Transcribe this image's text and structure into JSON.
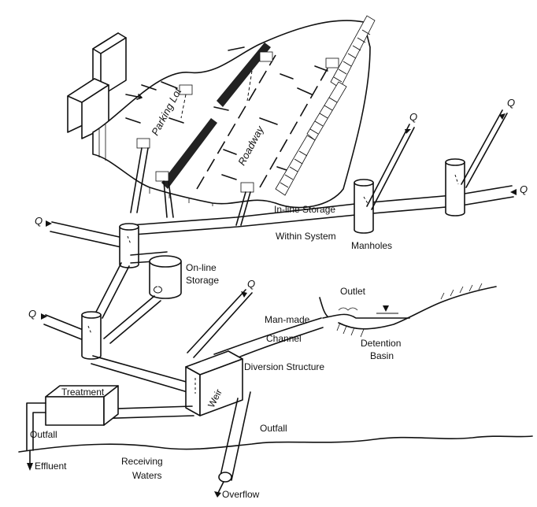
{
  "labels": {
    "parking_lot": "Parking Lot",
    "roadway": "Roadway",
    "inline_storage": "In-line Storage",
    "within_system": "Within System",
    "manholes": "Manholes",
    "online_storage_1": "On-line",
    "online_storage_2": "Storage",
    "outlet": "Outlet",
    "man_made": "Man-made",
    "channel": "Channel",
    "detention_1": "Detention",
    "detention_2": "Basin",
    "diversion_structure": "Diversion Structure",
    "weir": "Weir",
    "treatment": "Treatment",
    "outfall_left": "Outfall",
    "outfall_right": "Outfall",
    "effluent": "Effluent",
    "receiving_1": "Receiving",
    "receiving_2": "Waters",
    "overflow": "Overflow",
    "q": "Q"
  }
}
